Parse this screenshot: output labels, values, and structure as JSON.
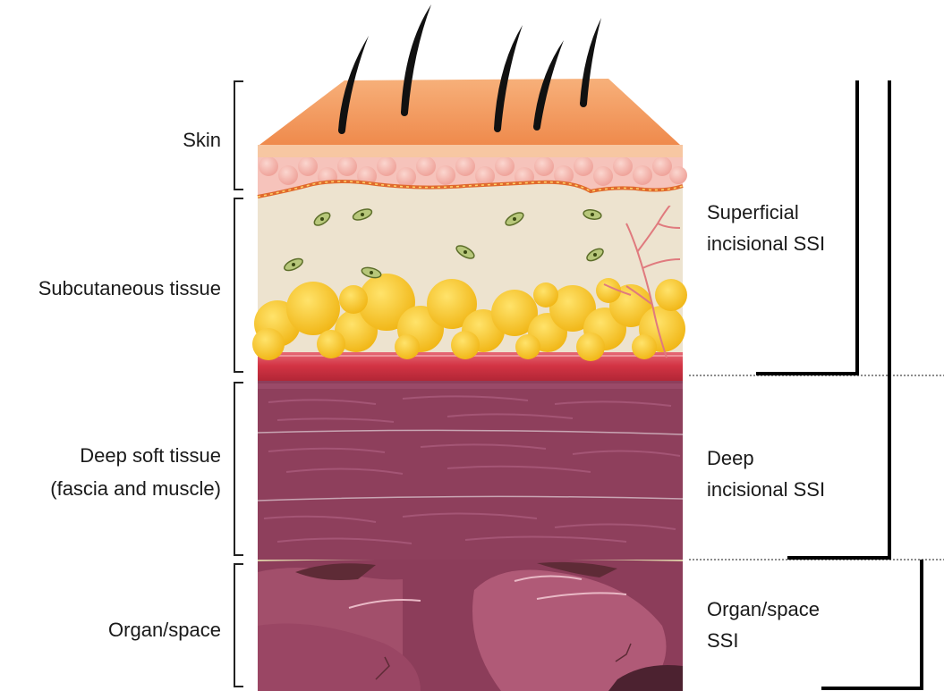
{
  "layers": {
    "skin": "Skin",
    "subcutaneous": "Subcutaneous tissue",
    "deep_line1": "Deep soft tissue",
    "deep_line2": "(fascia and muscle)",
    "organ": "Organ/space"
  },
  "classifications": {
    "superficial_line1": "Superficial",
    "superficial_line2": "incisional SSI",
    "deep_line1": "Deep",
    "deep_line2": "incisional SSI",
    "organ_line1": "Organ/space",
    "organ_line2": "SSI"
  },
  "colors": {
    "skin_top": "#f39a62",
    "dermis": "#f4b3a8",
    "subcutaneous_bg": "#ede3cf",
    "fat": "#f5c41f",
    "fascia": "#d63a4a",
    "muscle": "#8e3f5c",
    "organ": "#9c4a66"
  }
}
